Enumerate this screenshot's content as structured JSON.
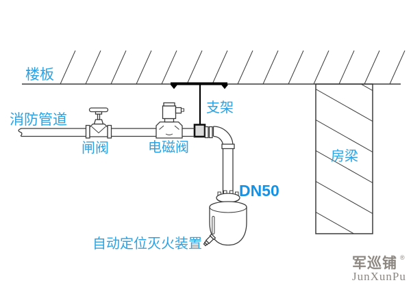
{
  "diagram": {
    "labels": {
      "floor_slab": "楼板",
      "fire_pipe": "消防管道",
      "gate_valve": "闸阀",
      "solenoid_valve": "电磁阀",
      "bracket": "支架",
      "beam": "房梁",
      "pipe_diameter": "DN50",
      "device": "自动定位灭火装置"
    },
    "colors": {
      "label_blue": "#2ba2e3",
      "dn_blue": "#1492e6",
      "line_dark": "#3a3a3a",
      "bracket_black": "#000000",
      "logo_gray": "#8d8781"
    }
  },
  "logo": {
    "cn": "军巡铺",
    "reg": "®",
    "en": "JunXunPu"
  }
}
